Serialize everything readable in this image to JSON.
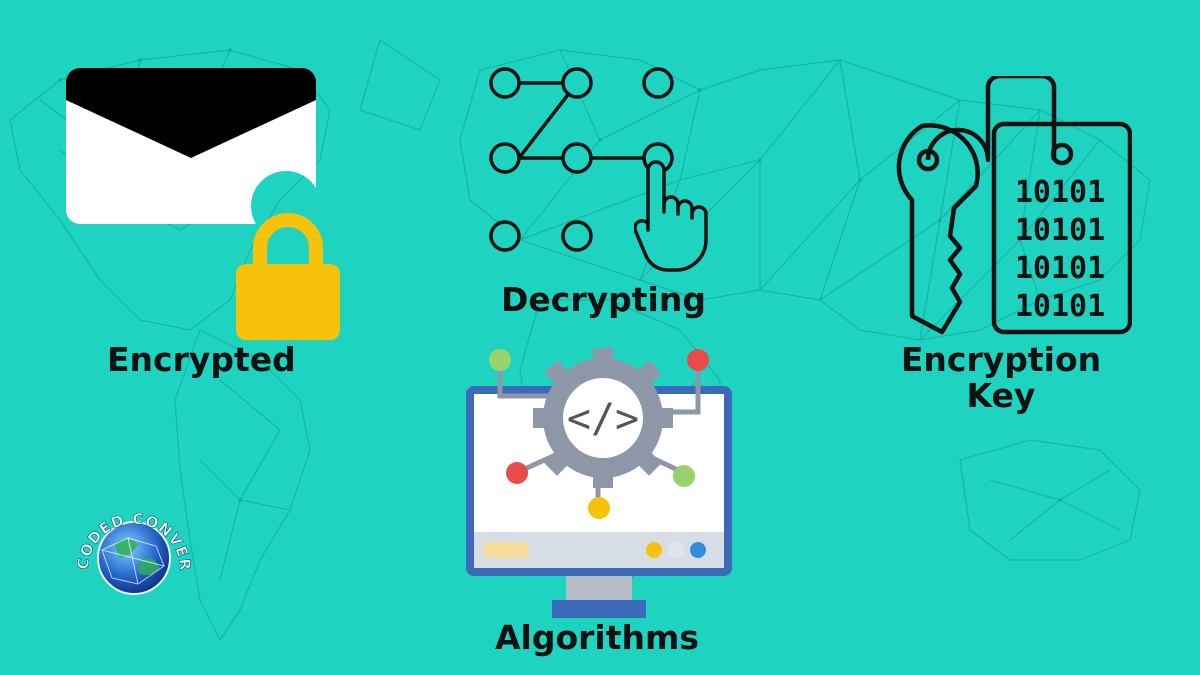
{
  "colors": {
    "background": "#1ed4c0",
    "map_lines": "#0f9d8e",
    "lock": "#f6c20a",
    "ink": "#111111",
    "gear": "#8d97a8",
    "monitor_frame": "#3c69b8",
    "node_green": "#97d36b",
    "node_red": "#e94a4a",
    "node_yellow": "#f6c20a",
    "node_blue": "#2f8de0"
  },
  "labels": {
    "encrypted": "Encrypted",
    "decrypting": "Decrypting",
    "algorithms": "Algorithms",
    "key_line1": "Encryption",
    "key_line2": "Key"
  },
  "binary_tag": {
    "rows": [
      "10101",
      "10101",
      "10101",
      "10101"
    ]
  },
  "code_symbol": "</>",
  "logo": {
    "text": "CODED CONVERSATIONS"
  },
  "icons": {
    "encrypted": [
      "envelope-icon",
      "padlock-icon"
    ],
    "decrypting": [
      "pattern-lock-icon",
      "pointing-hand-icon"
    ],
    "algorithms": [
      "monitor-icon",
      "gear-code-icon"
    ],
    "key": [
      "key-icon",
      "binary-tag-icon"
    ]
  }
}
